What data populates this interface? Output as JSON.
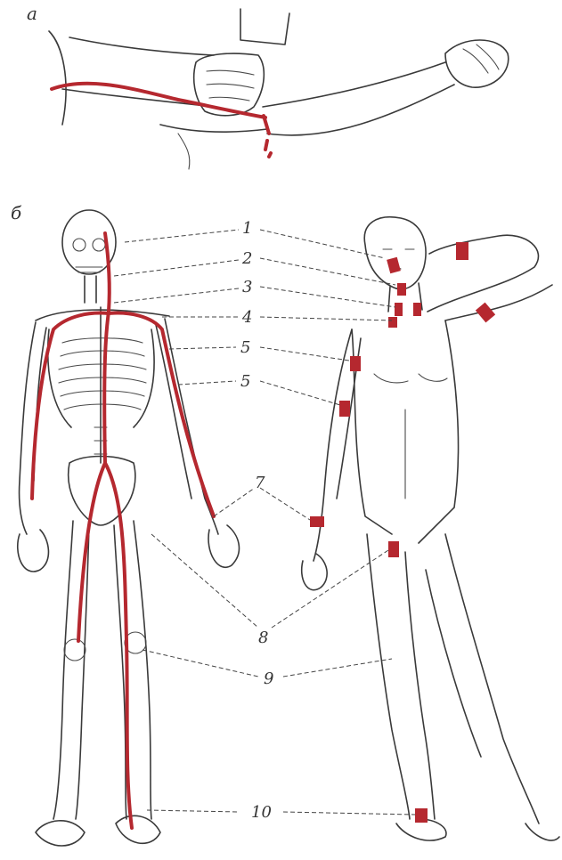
{
  "panel_labels": {
    "a": "а",
    "b": "б"
  },
  "callouts": [
    "1",
    "2",
    "3",
    "4",
    "5",
    "5",
    "7",
    "8",
    "9",
    "10"
  ],
  "colors": {
    "artery": "#b5282f",
    "ink": "#3a3a3a"
  }
}
